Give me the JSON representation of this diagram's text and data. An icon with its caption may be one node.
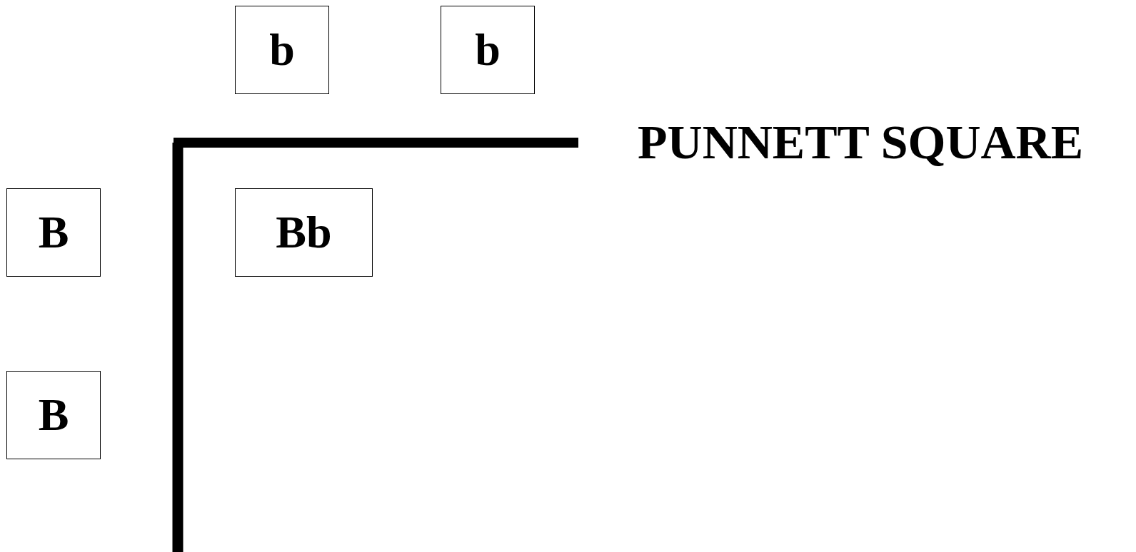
{
  "diagram": {
    "title": "PUNNETT SQUARE",
    "nodes": [
      {
        "text": [
          "b"
        ]
      },
      {
        "text": [
          "b"
        ]
      },
      {
        "text": [
          "B"
        ]
      },
      {
        "text": [
          "Bb"
        ]
      },
      {
        "text": [
          "B"
        ]
      }
    ]
  }
}
